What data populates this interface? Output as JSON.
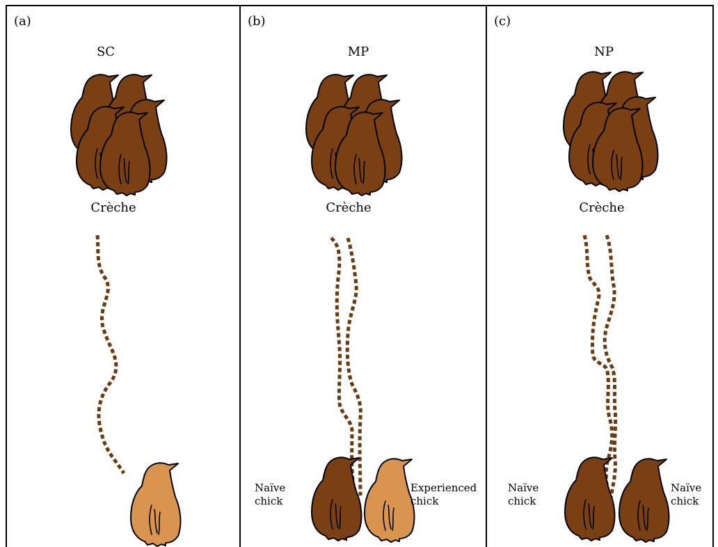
{
  "panels": [
    {
      "letter": "(a)",
      "condition": "SC",
      "creche_label": "Crèche",
      "chick_left_label": [
        "",
        ""
      ],
      "chick_right_label": [
        "",
        ""
      ]
    },
    {
      "letter": "(b)",
      "condition": "MP",
      "creche_label": "Crèche",
      "chick_left_label": [
        "Naïve",
        "chick"
      ],
      "chick_right_label": [
        "Experienced",
        "chick"
      ]
    },
    {
      "letter": "(c)",
      "condition": "NP",
      "creche_label": "Crèche",
      "chick_left_label": [
        "Naïve",
        "chick"
      ],
      "chick_right_label": [
        "Naïve",
        "chick"
      ]
    }
  ],
  "colors": {
    "dark_brown": "#7a3f12",
    "light_orange": "#d99550",
    "trail": "#6b3a10",
    "outline": "#000000"
  }
}
